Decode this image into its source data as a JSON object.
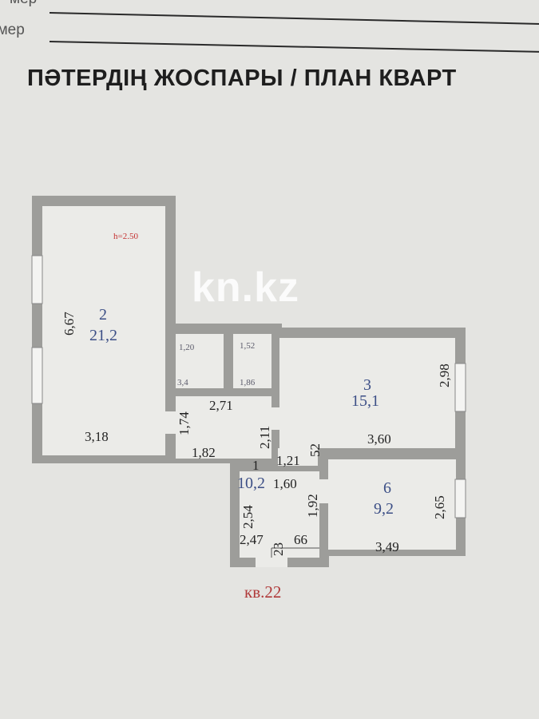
{
  "header": {
    "field_label_1": "мер",
    "field_label_2": "омер",
    "title": "ПӘТЕРДІҢ ЖОСПАРЫ / ПЛАН КВАРТ"
  },
  "plan": {
    "ceiling_height": "h=2.50",
    "apartment_label": "кв.22",
    "watermark": "kn.kz",
    "rooms": [
      {
        "number": "2",
        "area": "21,2"
      },
      {
        "number": "3",
        "area": "15,1"
      },
      {
        "number": "6",
        "area": "9,2"
      },
      {
        "number": "1",
        "area": "10,2"
      }
    ],
    "bathroom_labels": [
      "1,20",
      "1,52",
      "3,4",
      "1,86"
    ],
    "dimensions": {
      "room2_height": "6,67",
      "room2_width": "3,18",
      "room3_height": "2,98",
      "room3_width": "3,60",
      "room6_height": "2,65",
      "room6_width": "3,49",
      "corridor_width": "2,71",
      "corridor_left": "1,74",
      "corridor_right": "2,11",
      "corridor_bottom": "1,82",
      "niche_width": "1,21",
      "niche_depth": "52",
      "hall_top": "1,60",
      "hall_right": "1,92",
      "hall_left": "2,54",
      "hall_bottom": "2,47",
      "hall_small_1": "23",
      "hall_small_2": "66"
    }
  }
}
